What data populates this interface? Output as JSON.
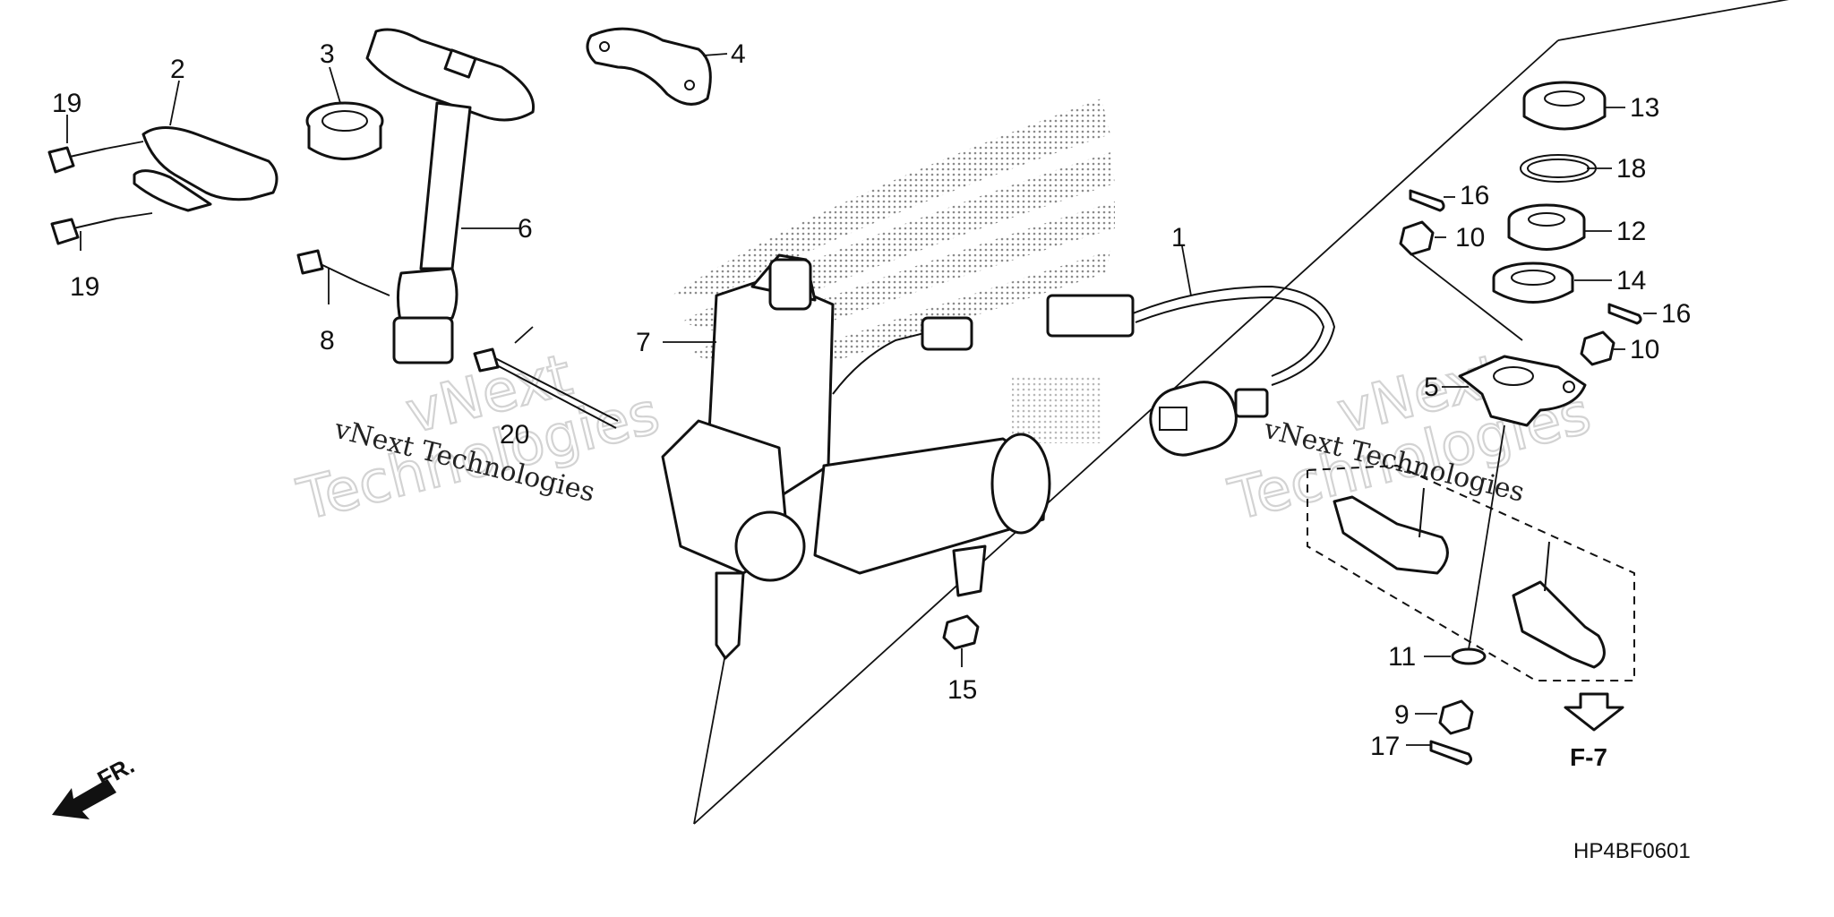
{
  "callouts": [
    "1",
    "2",
    "3",
    "4",
    "5",
    "6",
    "7",
    "8",
    "9",
    "10",
    "10",
    "11",
    "12",
    "13",
    "14",
    "15",
    "16",
    "16",
    "17",
    "18",
    "19",
    "19",
    "20"
  ],
  "watermark": {
    "line1": "vNext",
    "line2": "Technologies",
    "caption": "vNext Technologies"
  },
  "direction_label": "FR.",
  "reference_label": "F-7",
  "diagram_code": "HP4BF0601"
}
